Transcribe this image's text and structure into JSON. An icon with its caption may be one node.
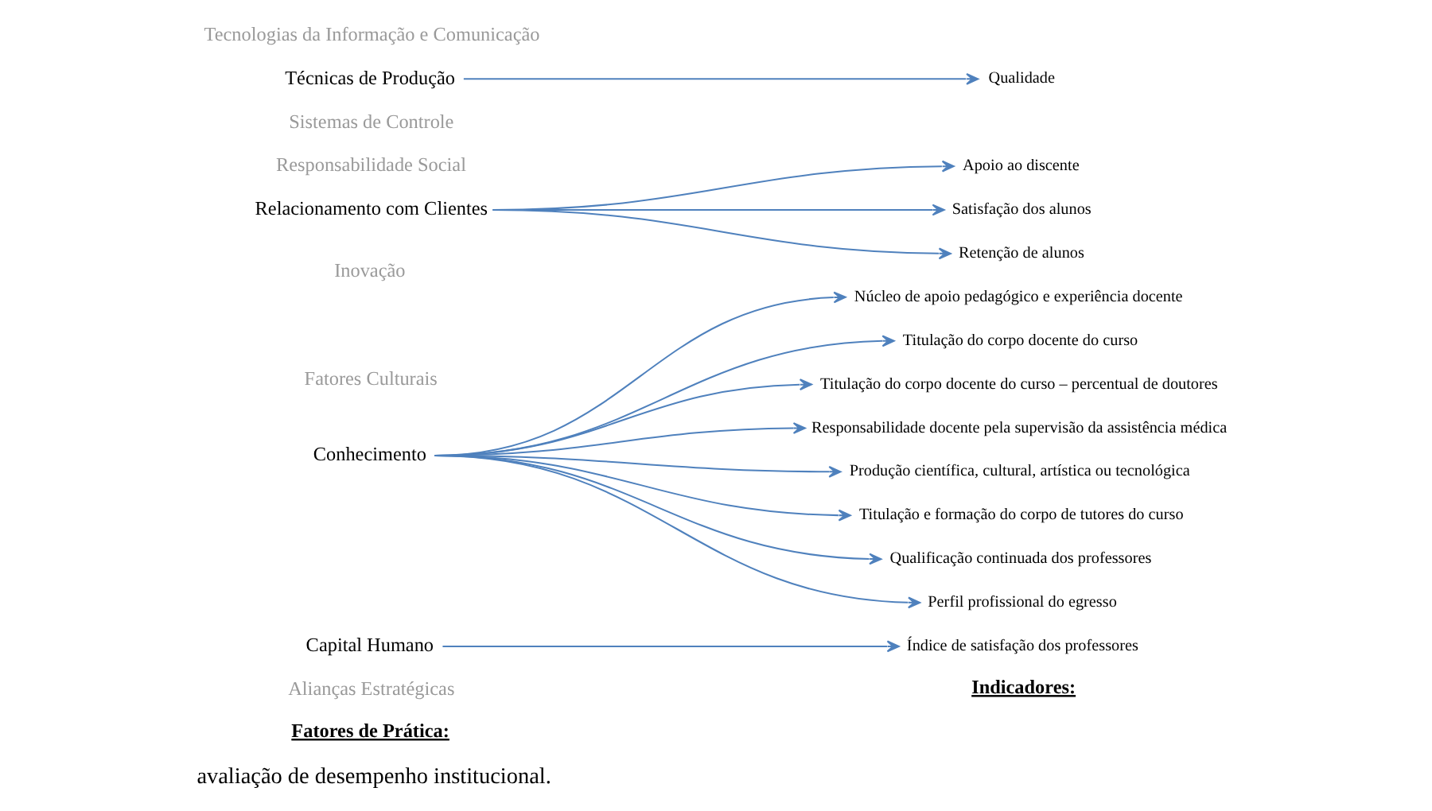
{
  "diagram": {
    "nodes": [
      {
        "text": [
          "Alianças Estratégicas"
        ]
      },
      {
        "text": [
          "Capital Humano"
        ]
      },
      {
        "text": [
          "Conhecimento"
        ]
      },
      {
        "text": [
          "Fatores Culturais"
        ]
      },
      {
        "text": [
          "Inovação"
        ]
      },
      {
        "text": [
          "Relacionamento com Clientes"
        ]
      },
      {
        "text": [
          "Responsabilidade Social"
        ]
      },
      {
        "text": [
          "Sistemas de Controle"
        ]
      },
      {
        "text": [
          "Técnicas de Produção"
        ]
      },
      {
        "text": [
          "Tecnologias da Informação e Comunicação"
        ]
      },
      {
        "text": [
          "Índice de satisfação dos professores"
        ]
      },
      {
        "text": [
          "Núcleo de apoio pedagógico e experiência docente"
        ]
      },
      {
        "text": [
          "Titulação do corpo docente do curso"
        ]
      },
      {
        "text": [
          "Titulação do corpo docente do curso – percentual de doutores"
        ]
      },
      {
        "text": [
          "Responsabilidade docente pela supervisão da assistência médica"
        ]
      },
      {
        "text": [
          "Produção científica, cultural, artística ou tecnológica"
        ]
      },
      {
        "text": [
          "Titulação e formação do corpo de tutores do curso"
        ]
      },
      {
        "text": [
          "Qualificação continuada dos professores"
        ]
      },
      {
        "text": [
          "Perfil profissional do egresso"
        ]
      },
      {
        "text": [
          "Apoio ao discente"
        ]
      },
      {
        "text": [
          "Satisfação dos alunos"
        ]
      },
      {
        "text": [
          "Retenção de alunos"
        ]
      },
      {
        "text": [
          "Qualidade"
        ]
      }
    ],
    "edges": [
      {
        "from": 1,
        "to": 10,
        "arrow": "to"
      },
      {
        "from": 2,
        "to": 11,
        "arrow": "to"
      },
      {
        "from": 2,
        "to": 12,
        "arrow": "to"
      },
      {
        "from": 2,
        "to": 13,
        "arrow": "to"
      },
      {
        "from": 2,
        "to": 14,
        "arrow": "to"
      },
      {
        "from": 2,
        "to": 15,
        "arrow": "to"
      },
      {
        "from": 2,
        "to": 16,
        "arrow": "to"
      },
      {
        "from": 2,
        "to": 17,
        "arrow": "to"
      },
      {
        "from": 2,
        "to": 18,
        "arrow": "to"
      },
      {
        "from": 5,
        "to": 19,
        "arrow": "to"
      },
      {
        "from": 5,
        "to": 20,
        "arrow": "to"
      },
      {
        "from": 5,
        "to": 21,
        "arrow": "to"
      },
      {
        "from": 8,
        "to": 22,
        "arrow": "to"
      }
    ],
    "labels": [
      "avaliação de desempenho institucional.",
      "Fatores de Prática:",
      "Indicadores:"
    ]
  }
}
